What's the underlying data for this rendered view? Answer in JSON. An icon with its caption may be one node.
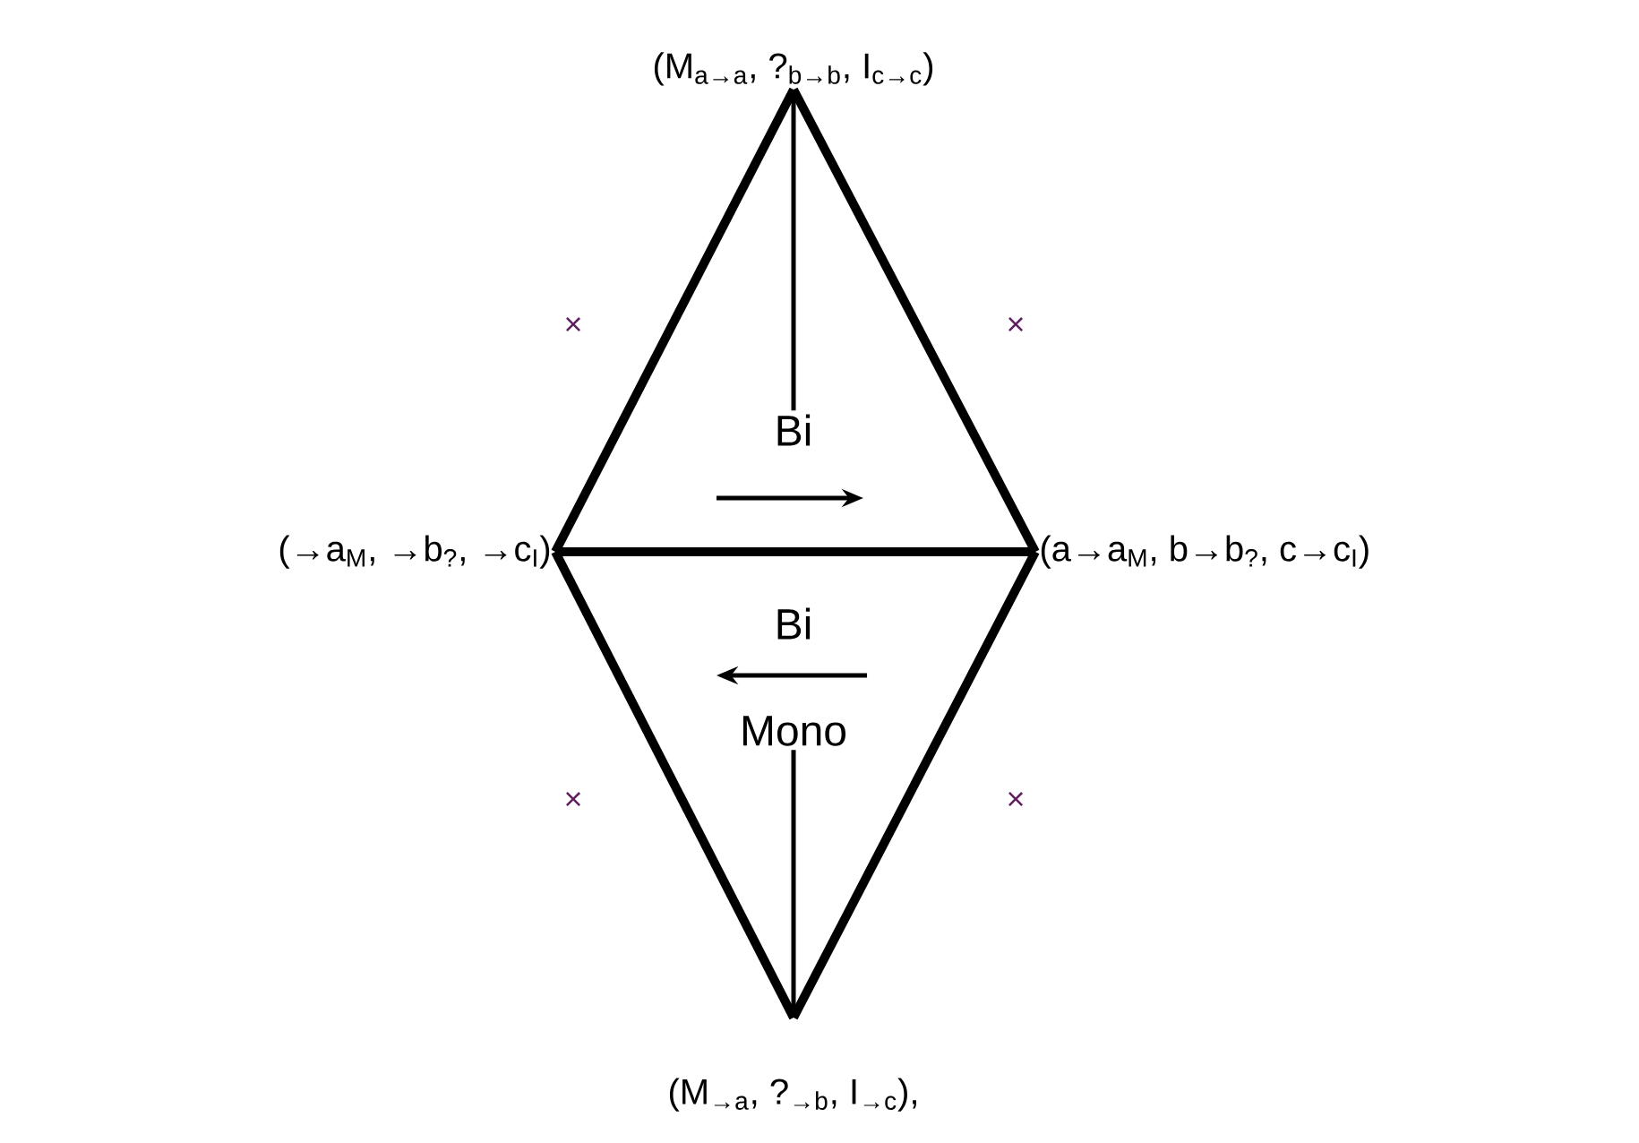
{
  "diagram": {
    "nodes": [
      {
        "text": [
          "(M$_{a→a}$, ?$_{b→b}$, I$_{c→c}$)"
        ]
      },
      {
        "text": [
          "(→a$_{M}$, →b$_{?}$, →c$_{I}$)"
        ]
      },
      {
        "text": [
          "(a→a$_{M}$, b→b$_{?}$, c→c$_{I}$)"
        ]
      },
      {
        "text": [
          "(M$_{→a}$, ?$_{→b}$, I$_{→c}$),"
        ]
      },
      {
        "text": [
          "Bi"
        ]
      },
      {
        "text": [
          "Mono"
        ]
      }
    ],
    "edges": [
      {
        "from": 0,
        "to": 1,
        "arrow": "none"
      },
      {
        "from": 0,
        "to": 2,
        "arrow": "none"
      },
      {
        "from": 1,
        "to": 2,
        "arrow": "none"
      },
      {
        "from": 1,
        "to": 3,
        "arrow": "none"
      },
      {
        "from": 2,
        "to": 3,
        "arrow": "none"
      },
      {
        "from": 0,
        "to": 4,
        "arrow": "none"
      },
      {
        "from": 5,
        "to": 3,
        "arrow": "none"
      }
    ],
    "labels": [
      "×",
      "×",
      "Bi",
      "×",
      "×"
    ]
  }
}
